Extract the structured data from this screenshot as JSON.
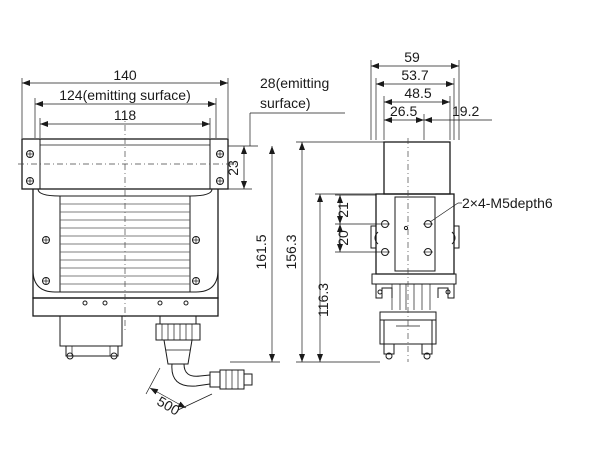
{
  "front_view": {
    "dimensions": {
      "overall_width": "140",
      "emitting_width": "124(emitting surface)",
      "inner_width": "118",
      "emitting_depth_line1": "28(emitting",
      "emitting_depth_line2": "surface)",
      "window_height": "23",
      "overall_height": "161.5",
      "cable_length": "500"
    }
  },
  "side_view": {
    "dimensions": {
      "overall_width": "59",
      "width_2": "53.7",
      "width_3": "48.5",
      "width_4": "26.5",
      "width_5": "19.2",
      "overall_height": "156.3",
      "lower_height": "116.3",
      "hole_pitch_upper": "21",
      "hole_pitch_lower": "20",
      "mounting_holes": "2×4-M5depth6"
    }
  },
  "colors": {
    "line": "#1a1a1a",
    "background": "#ffffff"
  }
}
